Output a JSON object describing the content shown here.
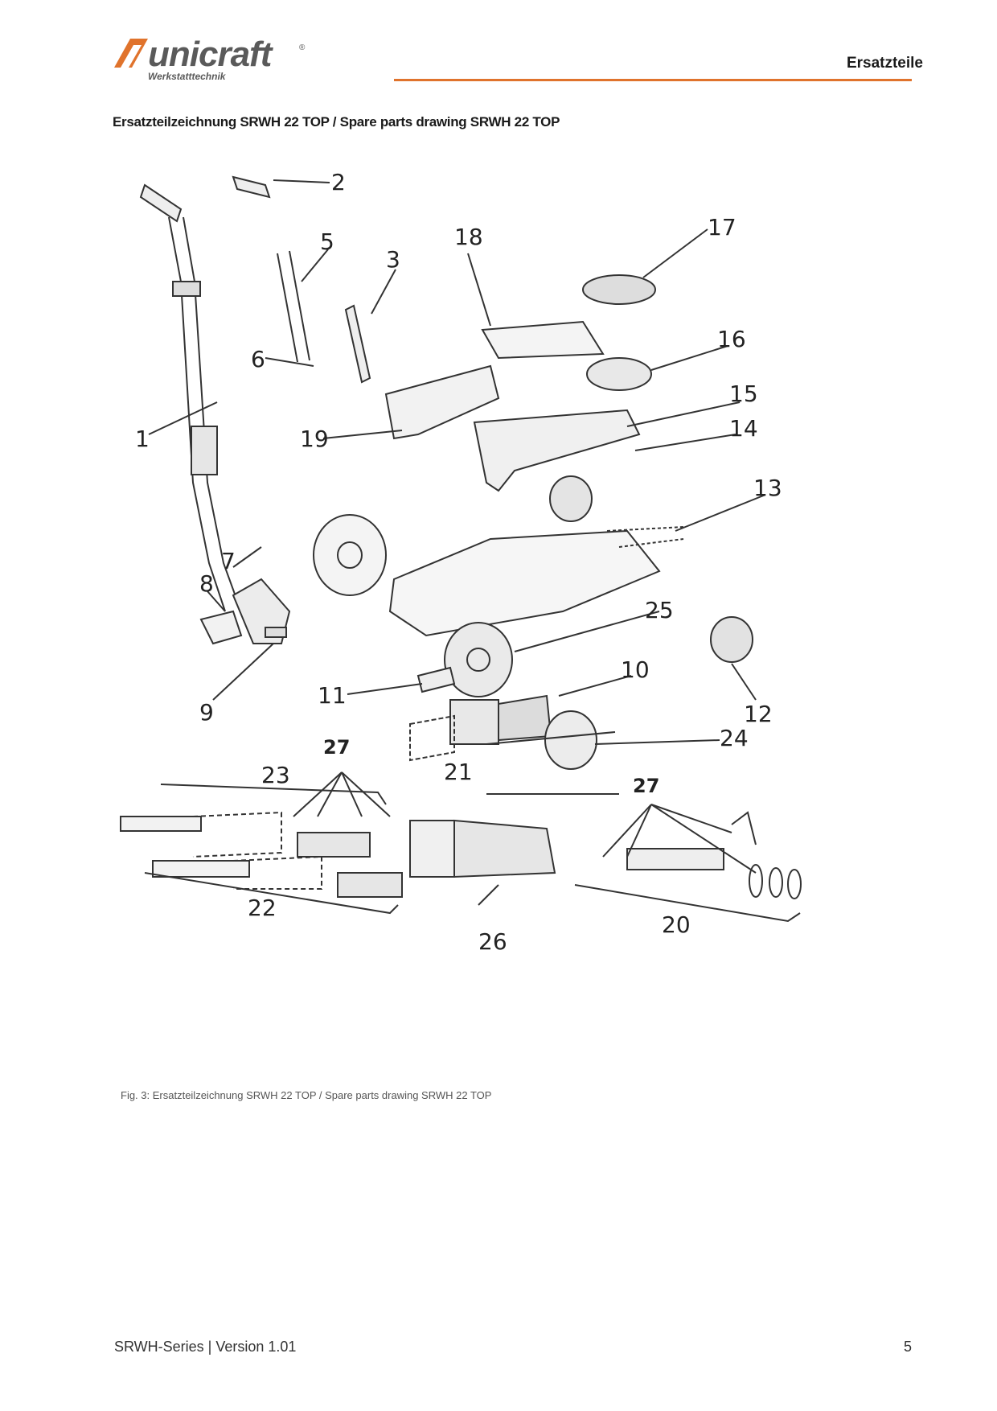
{
  "header": {
    "logo": {
      "brand": "unicraft",
      "registered": "®",
      "tagline": "Werkstatttechnik"
    },
    "section_title": "Ersatzteile"
  },
  "drawing": {
    "title": "Ersatzteilzeichnung SRWH 22 TOP / Spare parts drawing SRWH 22 TOP",
    "part_labels": [
      "1",
      "2",
      "3",
      "5",
      "6",
      "7",
      "8",
      "9",
      "10",
      "11",
      "12",
      "13",
      "14",
      "15",
      "16",
      "17",
      "18",
      "19",
      "20",
      "21",
      "22",
      "23",
      "24",
      "25",
      "26",
      "27"
    ],
    "caption": "Fig. 3: Ersatzteilzeichnung SRWH 22 TOP / Spare parts drawing SRWH 22 TOP"
  },
  "footer": {
    "series": "SRWH-Series | Version 1.01",
    "page_number": "5"
  },
  "colors": {
    "accent": "#e0732c",
    "text": "#1a1a1a",
    "line": "#333333"
  }
}
